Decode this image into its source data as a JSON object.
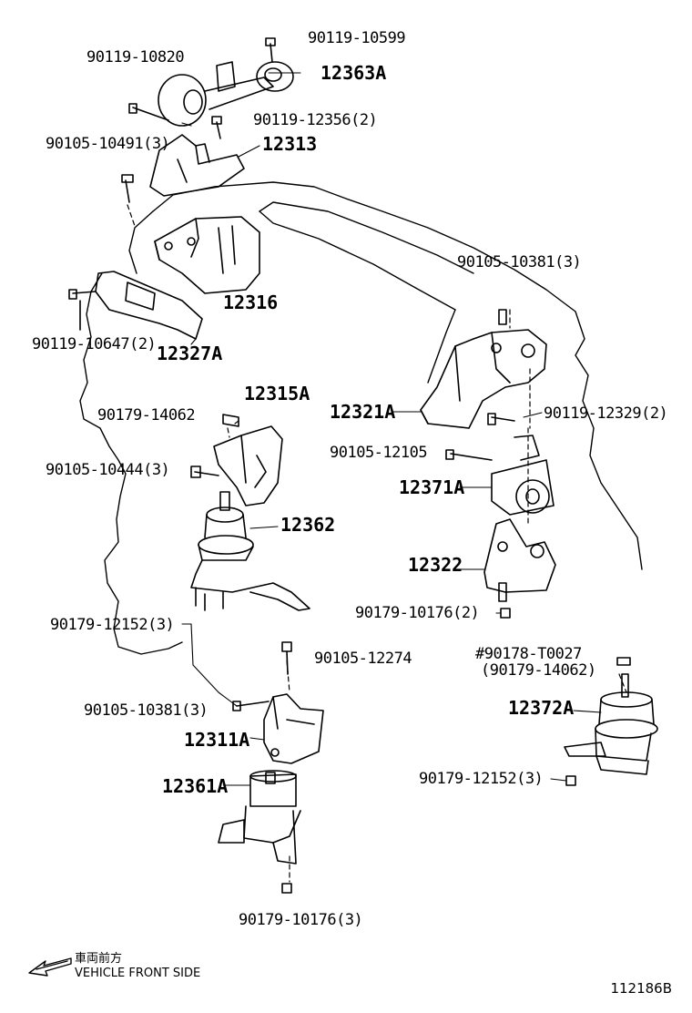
{
  "labels": {
    "p90119_10599": "90119-10599",
    "p90119_10820": "90119-10820",
    "p12363A": "12363A",
    "p90119_12356": "90119-12356(2)",
    "p90105_10491": "90105-10491(3)",
    "p12313": "12313",
    "p12316": "12316",
    "p90119_10647": "90119-10647(2)",
    "p12327A": "12327A",
    "p90105_10381_top": "90105-10381(3)",
    "p12315A": "12315A",
    "p90179_14062": "90179-14062",
    "p12321A": "12321A",
    "p90119_12329": "90119-12329(2)",
    "p90105_10444": "90105-10444(3)",
    "p90105_12105": "90105-12105",
    "p12371A": "12371A",
    "p12362": "12362",
    "p12322": "12322",
    "p90179_10176_2": "90179-10176(2)",
    "p90179_12152_left": "90179-12152(3)",
    "p90105_12274": "90105-12274",
    "p90178_T0027": "#90178-T0027",
    "p90179_14062_alt": "(90179-14062)",
    "p12372A": "12372A",
    "p90105_10381_low": "90105-10381(3)",
    "p12311A": "12311A",
    "p90179_12152_right": "90179-12152(3)",
    "p12361A": "12361A",
    "p90179_10176_3": "90179-10176(3)"
  },
  "footer": {
    "jp": "車両前方",
    "en": "VEHICLE FRONT SIDE",
    "ref": "112186B"
  },
  "icons": {
    "front_arrow": "arrow-left-down-icon"
  }
}
